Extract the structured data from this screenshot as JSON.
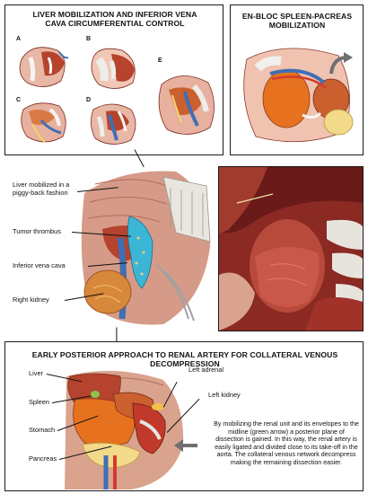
{
  "panel_liver": {
    "title": "LIVER MOBILIZATION AND INFERIOR VENA CAVA CIRCUMFERENTIAL CONTROL",
    "steps": [
      "A",
      "B",
      "C",
      "D",
      "E"
    ]
  },
  "panel_spleen": {
    "title": "EN-BLOC SPLEEN-PACREAS MOBILIZATION"
  },
  "panel_anatomy": {
    "labels": {
      "liver_mobilized": "Liver mobilized in a piggy-back fashion",
      "tumor_thrombus": "Tumor thrombus",
      "ivc": "Inferior vena cava",
      "right_kidney": "Right kidney"
    }
  },
  "panel_posterior": {
    "title": "EARLY POSTERIOR APPROACH TO RENAL ARTERY FOR COLLATERAL VENOUS DECOMPRESSION",
    "labels": {
      "liver": "Liver",
      "spleen": "Spleen",
      "stomach": "Stomach",
      "pancreas": "Pancreas",
      "left_adrenal": "Left adrenal",
      "left_kidney": "Left kidney"
    },
    "description": "By mobilizing the renal unit and its envelopes to the midline (green arrow) a posterior plane of dissection is gained. In this way, the renal artery is easily ligated and divided close to its take-off in the aorta. The collateral venous network decompress making the remaining dissection easier."
  },
  "colors": {
    "border": "#1a1a1a",
    "liver": "#b5432d",
    "kidney": "#c0392b",
    "spleen": "#c9602e",
    "thrombus": "#3bb6d6",
    "ivc": "#3f6fb5",
    "green_arrow": "#4caf50",
    "flesh": "#d9a38e",
    "glove": "#e8e8e3"
  },
  "icons": [
    "curved-arrow-icon",
    "green-arrow-icon"
  ]
}
